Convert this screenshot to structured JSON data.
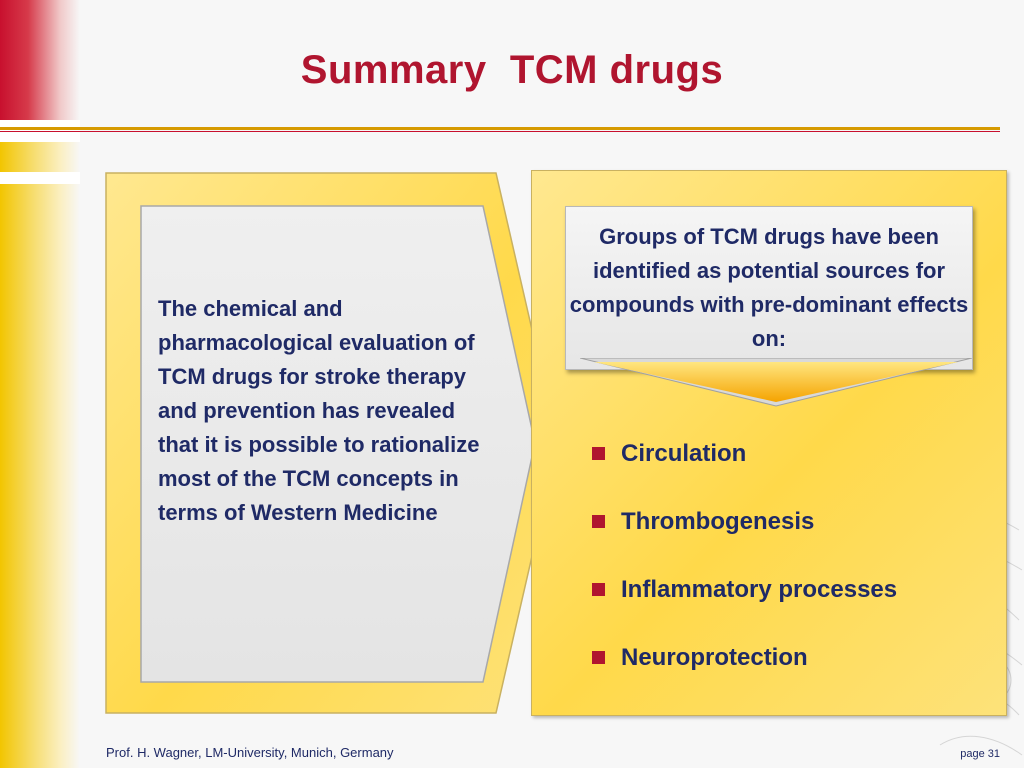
{
  "slide": {
    "title": "Summary  TCM drugs",
    "left_panel_text": "The chemical and pharmacological evaluation of TCM drugs for stroke therapy and prevention has revealed that it is possible to rationalize most of the TCM concepts in terms of Western Medicine",
    "group_box_text": "Groups of TCM drugs have been identified as potential sources for compounds with pre-dominant effects on:",
    "effects": [
      "Circulation",
      "Thrombogenesis",
      "Inflammatory processes",
      "Neuroprotection"
    ]
  },
  "footer": {
    "author": "Prof. H. Wagner, LM-University, Munich, Germany",
    "page": "page 31"
  },
  "colors": {
    "title": "#b0152f",
    "text": "#1f2a66",
    "accent_yellow": "#ffd94a",
    "bullet": "#b0152f"
  }
}
